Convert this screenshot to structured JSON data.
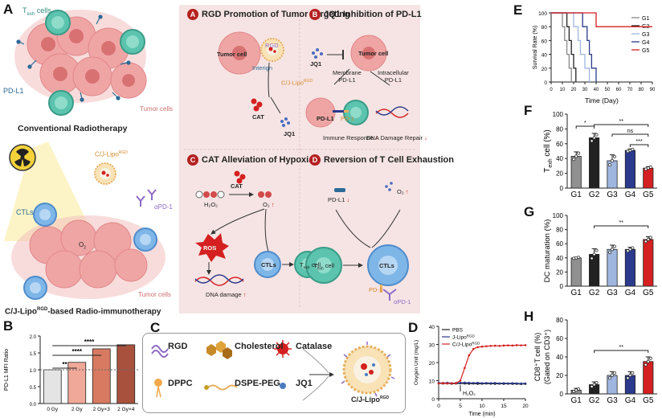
{
  "panel_labels": {
    "A": "A",
    "B": "B",
    "C": "C",
    "D": "D",
    "E": "E",
    "F": "F",
    "G": "G",
    "H": "H"
  },
  "panelA": {
    "texh_cells": "T",
    "texh_sub": "exh",
    "texh_suffix": " cells",
    "pdl1": "PD-L1",
    "tumor_cells_top": "Tumor cells",
    "conventional": "Conventional Radiotherapy",
    "liposome": "C/J-Lipo",
    "liposome_sup": "RGD",
    "ctls": "CTLs",
    "apd1": "αPD-1",
    "o2": "O",
    "o2_sub": "2",
    "tumor_cells_bottom": "Tumor cells",
    "bottom_title_pre": "C/J-Lipo",
    "bottom_title_sup": "RGD",
    "bottom_title_post": "-based Radio-immunotherapy"
  },
  "mechanism": {
    "A_badge": "A",
    "A_title": "RGD Promotion of Tumor Targeting",
    "A_tumor": "Tumor cell",
    "A_rgd": "RGD",
    "A_integrin": "Interign",
    "A_lipo": "C/J-Lipo",
    "A_lipo_sup": "RGD",
    "A_cat": "CAT",
    "A_jq1": "JQ1",
    "B_badge": "B",
    "B_title": "JQ1 Inhibition of PD-L1",
    "B_jq1": "JQ1",
    "B_tumor": "Tumor cell",
    "B_membrane": "Membrane",
    "B_membrane2": "PD-L1",
    "B_intra": "Intracellular",
    "B_intra2": "PD-L1",
    "B_pdl1": "PD-L1",
    "B_pd1": "PD-1",
    "B_immune": "Immune Response",
    "B_dna": "DNA Damage Repair",
    "C_badge": "C",
    "C_title": "CAT Alleviation of Hypoxia",
    "C_cat": "CAT",
    "C_h2o2": "H₂O₂",
    "C_o2": "O₂",
    "C_ros": "ROS",
    "C_ctls": "CTLs",
    "C_texh": "T",
    "C_texh_sub": "exh",
    "C_texh_suffix": " cell",
    "C_dna": "DNA damage",
    "D_badge": "D",
    "D_title": "Reversion of T Cell Exhaustion",
    "D_pdl1": "PD-L1",
    "D_o2": "O₂",
    "D_texh": "T",
    "D_texh_sub": "exh",
    "D_texh_suffix": " cell",
    "D_ctls": "CTLs",
    "D_pd1": "PD-1",
    "D_apd1": "αPD-1"
  },
  "panelC": {
    "rgd": "RGD",
    "cholesterol": "Cholesterol",
    "catalase": "Catalase",
    "dppc": "DPPC",
    "dspe": "DSPE-PEG",
    "jq1": "JQ1",
    "product": "C/J-Lipo",
    "product_sup": "RGD"
  },
  "chartB": {
    "type": "bar",
    "categories": [
      "0 Gy",
      "2 Gy",
      "2 Gy×3",
      "2 Gy×4"
    ],
    "values": [
      1.0,
      1.22,
      1.62,
      1.74
    ],
    "colors": [
      "#e4e4e4",
      "#f0a898",
      "#d87a62",
      "#a8523e"
    ],
    "ylabel": "PD-L1 MFI Ratio",
    "ylim": [
      0,
      2.0
    ],
    "yticks": [
      "0.0",
      "0.5",
      "1.0",
      "1.5",
      "2.0"
    ],
    "significance": [
      "**",
      "****",
      "****"
    ]
  },
  "chartD": {
    "type": "line",
    "ylabel": "Oxygen Unit (mg/L)",
    "xlabel": "Time (min)",
    "xticks": [
      "0",
      "5",
      "10",
      "15",
      "20"
    ],
    "yticks": [
      "0",
      "10",
      "20",
      "30",
      "40"
    ],
    "xlim": [
      0,
      20
    ],
    "ylim": [
      0,
      40
    ],
    "annotation": "H₂O₂",
    "series": [
      {
        "name": "PBS",
        "color": "#222222",
        "x": [
          0,
          1,
          2,
          3,
          4,
          5,
          6,
          7,
          8,
          9,
          10,
          11,
          12,
          13,
          14,
          15,
          16,
          17,
          18,
          19,
          20
        ],
        "y": [
          8.5,
          8.4,
          8.5,
          8.3,
          8.4,
          8.5,
          8.4,
          8.3,
          8.4,
          8.2,
          8.3,
          8.4,
          8.3,
          8.2,
          8.3,
          8.2,
          8.3,
          8.2,
          8.2,
          8.1,
          8.2
        ]
      },
      {
        "name": "J-Lipo",
        "sup": "RGD",
        "color": "#2b3a8c",
        "x": [
          0,
          1,
          2,
          3,
          4,
          5,
          6,
          7,
          8,
          9,
          10,
          11,
          12,
          13,
          14,
          15,
          16,
          17,
          18,
          19,
          20
        ],
        "y": [
          8.8,
          8.7,
          8.8,
          8.6,
          8.7,
          8.8,
          8.9,
          8.8,
          8.7,
          8.8,
          8.6,
          8.7,
          8.6,
          8.7,
          8.5,
          8.6,
          8.5,
          8.6,
          8.5,
          8.4,
          8.5
        ]
      },
      {
        "name": "C/J-Lipo",
        "sup": "RGD",
        "color": "#d42020",
        "x": [
          0,
          1,
          2,
          3,
          4,
          5,
          6,
          7,
          8,
          9,
          10,
          11,
          12,
          13,
          14,
          15,
          16,
          17,
          18,
          19,
          20
        ],
        "y": [
          8.5,
          8.6,
          8.4,
          8.5,
          8.6,
          10,
          17,
          24,
          27.5,
          28.5,
          28.8,
          29,
          29.2,
          29.3,
          29.2,
          29.4,
          29.5,
          29.4,
          29.6,
          29.5,
          29.6
        ]
      }
    ]
  },
  "chartE": {
    "type": "line",
    "ylabel": "Survival Rate (%)",
    "xlabel": "Time (Day)",
    "xticks": [
      "0",
      "10",
      "20",
      "30",
      "40",
      "50",
      "60",
      "70",
      "80",
      "90"
    ],
    "yticks": [
      "0",
      "20",
      "40",
      "60",
      "80",
      "100"
    ],
    "xlim": [
      0,
      90
    ],
    "ylim": [
      0,
      100
    ],
    "series": [
      {
        "name": "G1",
        "color": "#888888",
        "steps": [
          [
            0,
            100
          ],
          [
            10,
            100
          ],
          [
            10,
            80
          ],
          [
            12,
            80
          ],
          [
            12,
            60
          ],
          [
            14,
            60
          ],
          [
            14,
            40
          ],
          [
            16,
            40
          ],
          [
            16,
            20
          ],
          [
            18,
            20
          ],
          [
            18,
            0
          ]
        ]
      },
      {
        "name": "G2",
        "color": "#222222",
        "steps": [
          [
            0,
            100
          ],
          [
            14,
            100
          ],
          [
            14,
            80
          ],
          [
            16,
            80
          ],
          [
            16,
            60
          ],
          [
            18,
            60
          ],
          [
            18,
            40
          ],
          [
            20,
            40
          ],
          [
            20,
            20
          ],
          [
            22,
            20
          ],
          [
            22,
            0
          ]
        ]
      },
      {
        "name": "G3",
        "color": "#9fb6df",
        "steps": [
          [
            0,
            100
          ],
          [
            20,
            100
          ],
          [
            20,
            80
          ],
          [
            24,
            80
          ],
          [
            24,
            60
          ],
          [
            26,
            60
          ],
          [
            26,
            40
          ],
          [
            30,
            40
          ],
          [
            30,
            20
          ],
          [
            34,
            20
          ],
          [
            34,
            0
          ]
        ]
      },
      {
        "name": "G4",
        "color": "#2b3a8c",
        "steps": [
          [
            0,
            100
          ],
          [
            28,
            100
          ],
          [
            28,
            80
          ],
          [
            32,
            80
          ],
          [
            32,
            60
          ],
          [
            34,
            60
          ],
          [
            34,
            40
          ],
          [
            36,
            40
          ],
          [
            36,
            20
          ],
          [
            40,
            20
          ],
          [
            40,
            0
          ]
        ]
      },
      {
        "name": "G5",
        "color": "#d42020",
        "steps": [
          [
            0,
            100
          ],
          [
            40,
            100
          ],
          [
            40,
            80
          ],
          [
            90,
            80
          ]
        ]
      }
    ]
  },
  "chartF": {
    "type": "bar",
    "categories": [
      "G1",
      "G2",
      "G3",
      "G4",
      "G5"
    ],
    "values": [
      43,
      68,
      37,
      51,
      27
    ],
    "errors": [
      6,
      6,
      8,
      2,
      2
    ],
    "colors": [
      "#909090",
      "#222222",
      "#9fb6df",
      "#2b3a8c",
      "#d42020"
    ],
    "ylabel_pre": "T",
    "ylabel_sub": "exh",
    "ylabel_post": " cell (%)",
    "ylim": [
      0,
      100
    ],
    "yticks": [
      "0",
      "20",
      "40",
      "60",
      "80",
      "100"
    ],
    "significance": [
      "*",
      "**",
      "ns",
      "***"
    ]
  },
  "chartG": {
    "type": "bar",
    "categories": [
      "G1",
      "G2",
      "G3",
      "G4",
      "G5"
    ],
    "values": [
      40,
      45,
      52,
      52,
      66
    ],
    "errors": [
      1,
      8,
      6,
      3,
      4
    ],
    "colors": [
      "#909090",
      "#222222",
      "#9fb6df",
      "#2b3a8c",
      "#d42020"
    ],
    "ylabel": "DC maturation (%)",
    "ylim": [
      0,
      100
    ],
    "yticks": [
      "0",
      "20",
      "40",
      "60",
      "80",
      "100"
    ],
    "significance": [
      "**"
    ]
  },
  "chartH": {
    "type": "bar",
    "categories": [
      "G1",
      "G2",
      "G3",
      "G4",
      "G5"
    ],
    "values": [
      4,
      10,
      20,
      20,
      35
    ],
    "errors": [
      2,
      3,
      4,
      4,
      5
    ],
    "colors": [
      "#909090",
      "#222222",
      "#9fb6df",
      "#2b3a8c",
      "#d42020"
    ],
    "ylabel1": "CD8⁺T cell (%)",
    "ylabel2": "(Gated on CD3⁺)",
    "ylim": [
      0,
      80
    ],
    "yticks": [
      "0",
      "20",
      "40",
      "60",
      "80"
    ],
    "significance": [
      "**"
    ]
  }
}
